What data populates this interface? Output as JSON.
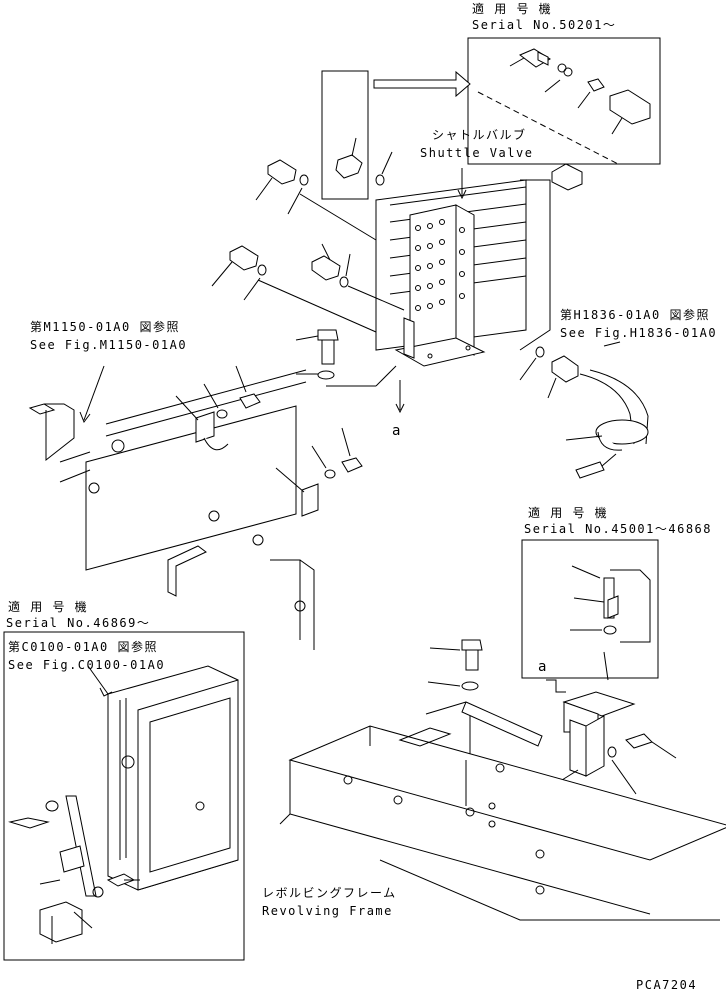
{
  "labels": {
    "serial_top_jp": "適 用 号 機",
    "serial_top_en": "Serial No.50201～",
    "shuttle_jp": "シャトルバルブ",
    "shuttle_en": "Shuttle Valve",
    "m1150_jp": "第M1150-01A0 図参照",
    "m1150_en": "See Fig.M1150-01A0",
    "h1836_jp": "第H1836-01A0 図参照",
    "h1836_en": "See Fig.H1836-01A0",
    "ref_a_top": "a",
    "ref_a_mid": "a",
    "serial_mid_jp": "適 用 号 機",
    "serial_mid_en": "Serial No.45001～46868",
    "serial_left_jp": "適 用 号 機",
    "serial_left_en": "Serial No.46869～",
    "c0100_jp": "第C0100-01A0 図参照",
    "c0100_en": "See Fig.C0100-01A0",
    "frame_jp": "レボルビングフレーム",
    "frame_en": "Revolving Frame",
    "drawing_code": "PCA7204"
  }
}
